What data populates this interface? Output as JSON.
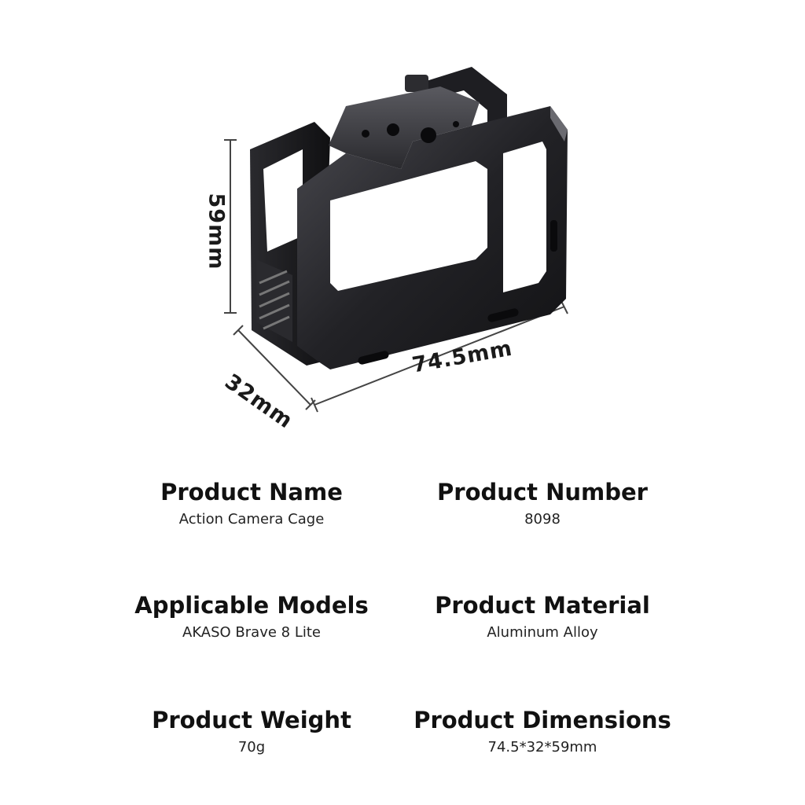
{
  "dimensions": {
    "height": "59mm",
    "depth": "32mm",
    "width": "74.5mm"
  },
  "specs": [
    {
      "title": "Product Name",
      "value": "Action Camera Cage"
    },
    {
      "title": "Product Number",
      "value": "8098"
    },
    {
      "title": "Applicable Models",
      "value": "AKASO Brave 8 Lite"
    },
    {
      "title": "Product Material",
      "value": "Aluminum Alloy"
    },
    {
      "title": "Product Weight",
      "value": "70g"
    },
    {
      "title": "Product Dimensions",
      "value": "74.5*32*59mm"
    }
  ],
  "colors": {
    "cage_dark": "#1b1b1d",
    "cage_mid": "#3a3a3e",
    "cage_highlight": "#8a8a90",
    "dimension_line": "#444444"
  }
}
